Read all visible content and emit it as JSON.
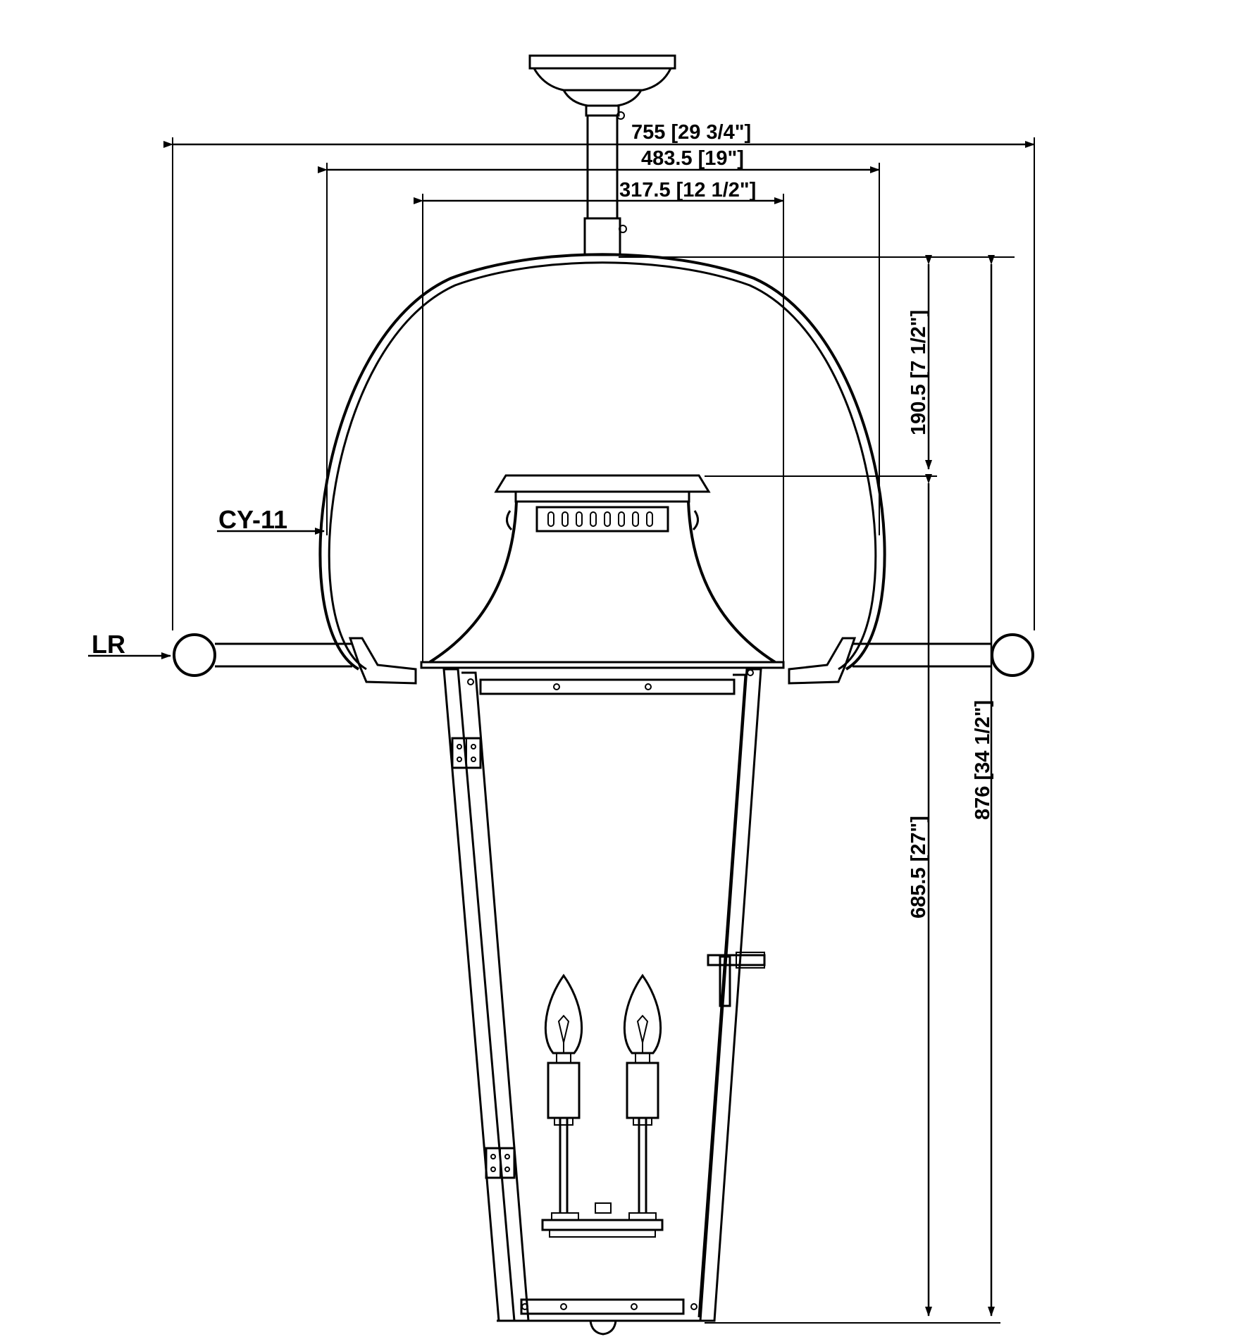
{
  "dimensions": {
    "overall_width": "755 [29 3/4\"]",
    "shade_width": "483.5 [19\"]",
    "lantern_width": "317.5 [12 1/2\"]",
    "dome_height": "190.5 [7 1/2\"]",
    "lantern_height": "685.5 [27\"]",
    "overall_height": "876 [34 1/2\"]"
  },
  "callouts": {
    "shade": "CY-11",
    "arm": "LR"
  },
  "colors": {
    "line": "#000000",
    "background": "#ffffff"
  }
}
